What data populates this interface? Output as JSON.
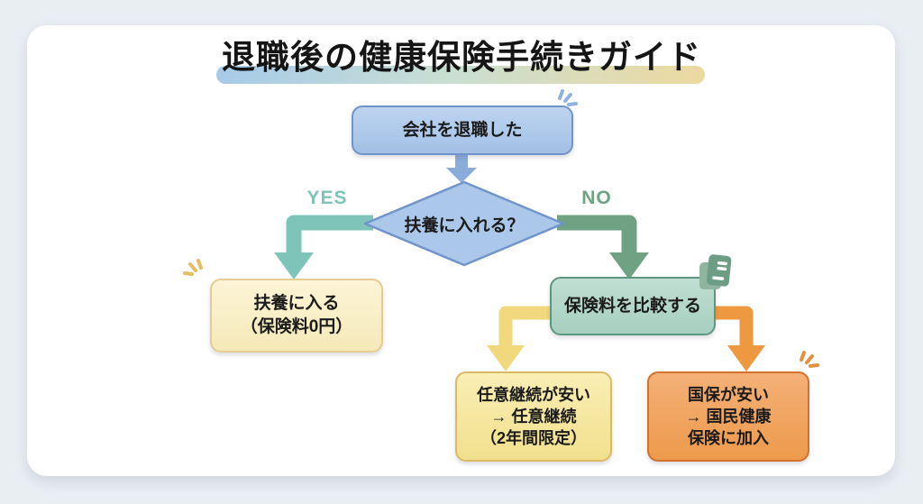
{
  "title": "退職後の健康保険手続きガイド",
  "flow": {
    "start": {
      "label": "会社を退職した"
    },
    "decision": {
      "label": "扶養に入れる？"
    },
    "yes_label": "YES",
    "no_label": "NO",
    "dependent": {
      "lines": [
        "扶養に入る",
        "（保険料0円）"
      ]
    },
    "compare": {
      "label": "保険料を比較する"
    },
    "voluntary": {
      "lines": [
        "任意継続が安い",
        "→ 任意継続",
        "（2年間限定）"
      ]
    },
    "kokuho": {
      "lines": [
        "国保が安い",
        "→ 国民健康",
        "保険に加入"
      ]
    }
  },
  "icons": {
    "document": "document-icon",
    "sparkle_blue": "sparkle-icon",
    "sparkle_yellow": "sparkle-icon",
    "sparkle_orange": "sparkle-icon"
  },
  "colors": {
    "background": "#e9eef3",
    "card": "#ffffff",
    "title_bar_gradient": [
      "#a6cae9",
      "#c9dfd2",
      "#ecd9a0"
    ],
    "blue_node_fill": "#a9c6e8",
    "blue_node_border": "#7194ca",
    "blue_arrow": "#8babdb",
    "yes_teal": "#7fc4b8",
    "no_green": "#6fa183",
    "compare_fill": "#b0d5c6",
    "compare_border": "#5e977f",
    "dependent_fill": "#faf0cd",
    "dependent_border": "#e6cc92",
    "yellow_arrow": "#f2d87c",
    "voluntary_fill": "#f6e7a0",
    "voluntary_border": "#dcba64",
    "orange_arrow": "#ee9940",
    "kokuho_fill": "#f1a55e",
    "kokuho_border": "#d2722c"
  }
}
